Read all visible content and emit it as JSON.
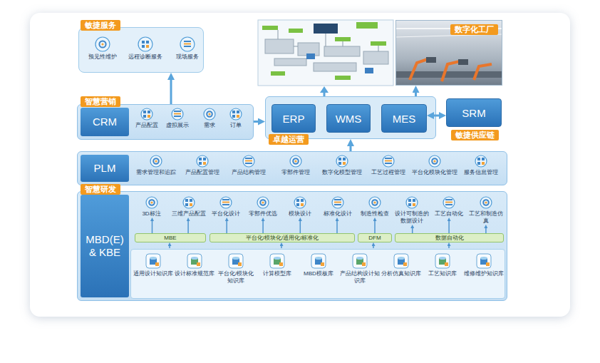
{
  "diagram": {
    "nodes": [
      {
        "text": [
          "敏捷服务"
        ]
      },
      {
        "text": [
          "预见性维护"
        ],
        "in": 0
      },
      {
        "text": [
          "远程诊断服务"
        ],
        "in": 0
      },
      {
        "text": [
          "现场服务"
        ],
        "in": 0
      },
      {
        "text": [
          "智慧营销",
          "CRM"
        ]
      },
      {
        "text": [
          "产品配置"
        ],
        "in": 4
      },
      {
        "text": [
          "虚拟展示"
        ],
        "in": 4
      },
      {
        "text": [
          "需求"
        ],
        "in": 4
      },
      {
        "text": [
          "订单"
        ],
        "in": 4
      },
      {
        "text": [
          "数字化工厂"
        ]
      },
      {
        "text": [
          "卓越运营"
        ]
      },
      {
        "text": [
          "ERP"
        ],
        "in": 10
      },
      {
        "text": [
          "WMS"
        ],
        "in": 10
      },
      {
        "text": [
          "MES"
        ],
        "in": 10
      },
      {
        "text": [
          "SRM",
          "敏捷供应链"
        ]
      },
      {
        "text": [
          "PLM"
        ]
      },
      {
        "text": [
          "需求管理和追踪"
        ],
        "in": 15
      },
      {
        "text": [
          "产品配置管理"
        ],
        "in": 15
      },
      {
        "text": [
          "产品结构管理"
        ],
        "in": 15
      },
      {
        "text": [
          "零部件管理"
        ],
        "in": 15
      },
      {
        "text": [
          "数字化模型管理"
        ],
        "in": 15
      },
      {
        "text": [
          "工艺过程管理"
        ],
        "in": 15
      },
      {
        "text": [
          "平台化模块化管理"
        ],
        "in": 15
      },
      {
        "text": [
          "服务信息管理"
        ],
        "in": 15
      },
      {
        "text": [
          "智慧研发",
          "MBD(E) & KBE"
        ]
      },
      {
        "text": [
          "3D标注"
        ],
        "in": 24
      },
      {
        "text": [
          "三维产品配置"
        ],
        "in": 24
      },
      {
        "text": [
          "平台化设计"
        ],
        "in": 24
      },
      {
        "text": [
          "零部件优选"
        ],
        "in": 24
      },
      {
        "text": [
          "模块设计"
        ],
        "in": 24
      },
      {
        "text": [
          "标准化设计"
        ],
        "in": 24
      },
      {
        "text": [
          "制造性检查"
        ],
        "in": 24
      },
      {
        "text": [
          "设计可制造的数据设计"
        ],
        "in": 24
      },
      {
        "text": [
          "工艺自动化"
        ],
        "in": 24
      },
      {
        "text": [
          "工艺和制造仿真"
        ],
        "in": 24
      },
      {
        "text": [
          "MBE"
        ],
        "in": 24
      },
      {
        "text": [
          "平台化/模块化/通用化/标准化"
        ],
        "in": 24
      },
      {
        "text": [
          "DFM"
        ],
        "in": 24
      },
      {
        "text": [
          "数据自动化"
        ],
        "in": 24
      },
      {
        "text": [
          "通用设计知识库"
        ],
        "in": 24
      },
      {
        "text": [
          "设计标准规范库"
        ],
        "in": 24
      },
      {
        "text": [
          "平台化/模块化知识库"
        ],
        "in": 24
      },
      {
        "text": [
          "计算模型库"
        ],
        "in": 24
      },
      {
        "text": [
          "MBD模板库"
        ],
        "in": 24
      },
      {
        "text": [
          "产品结构设计知识库"
        ],
        "in": 24
      },
      {
        "text": [
          "分析仿真知识库"
        ],
        "in": 24
      },
      {
        "text": [
          "工艺知识库"
        ],
        "in": 24
      },
      {
        "text": [
          "维修维护知识库"
        ],
        "in": 24
      }
    ],
    "edges": [
      {
        "from": 4,
        "to": 0,
        "arrow": "to"
      },
      {
        "from": 4,
        "to": 10,
        "arrow": "to"
      },
      {
        "from": 10,
        "to": 9,
        "arrow": "to"
      },
      {
        "from": 13,
        "to": 14,
        "arrow": "both"
      },
      {
        "from": 15,
        "to": 10,
        "arrow": "to"
      },
      {
        "from": 35,
        "to": 25,
        "arrow": "to"
      },
      {
        "from": 35,
        "to": 26,
        "arrow": "to"
      },
      {
        "from": 36,
        "to": 27,
        "arrow": "to"
      },
      {
        "from": 36,
        "to": 28,
        "arrow": "to"
      },
      {
        "from": 36,
        "to": 29,
        "arrow": "to"
      },
      {
        "from": 36,
        "to": 30,
        "arrow": "to"
      },
      {
        "from": 37,
        "to": 31,
        "arrow": "to"
      },
      {
        "from": 38,
        "to": 32,
        "arrow": "to"
      },
      {
        "from": 38,
        "to": 33,
        "arrow": "to"
      },
      {
        "from": 38,
        "to": 34,
        "arrow": "to"
      }
    ]
  }
}
